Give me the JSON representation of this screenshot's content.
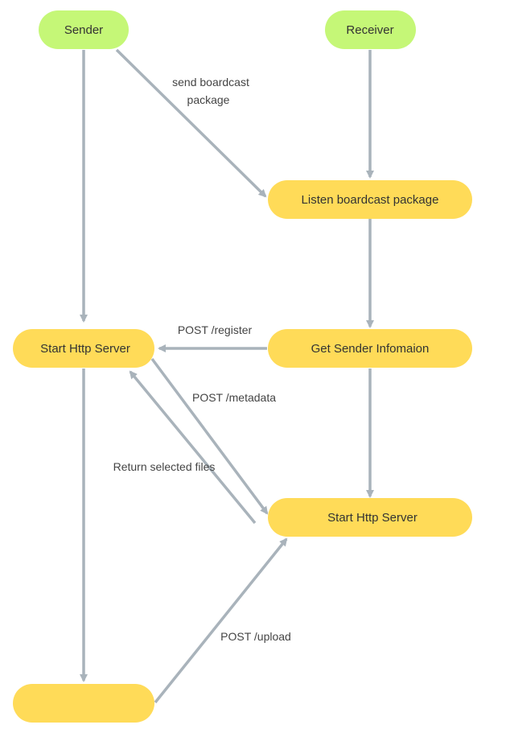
{
  "colors": {
    "start_node": "#c5f777",
    "process_node": "#ffdb58",
    "edge": "#a9b3bb",
    "text": "#333333"
  },
  "nodes": {
    "sender": {
      "label": "Sender"
    },
    "receiver": {
      "label": "Receiver"
    },
    "listen": {
      "label": "Listen boardcast package"
    },
    "sender_server": {
      "label": "Start Http Server"
    },
    "get_info": {
      "label": "Get Sender Infomaion"
    },
    "receiver_server": {
      "label": "Start Http Server"
    },
    "upload_node": {
      "label": ""
    }
  },
  "edges": {
    "broadcast": {
      "label_line1": "send boardcast",
      "label_line2": "package"
    },
    "register": {
      "label": "POST /register"
    },
    "metadata": {
      "label": "POST /metadata"
    },
    "return_files": {
      "label": "Return selected files"
    },
    "upload": {
      "label": "POST /upload"
    }
  }
}
